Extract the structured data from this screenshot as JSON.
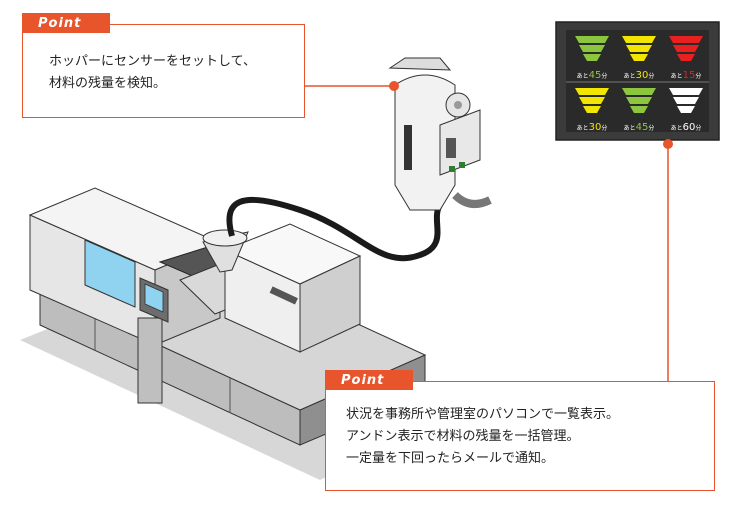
{
  "callout_top": {
    "tag": "Point",
    "line1": "ホッパーにセンサーをセットして、",
    "line2": "材料の残量を検知。"
  },
  "callout_bottom": {
    "tag": "Point",
    "line1": "状況を事務所や管理室のパソコンで一覧表示。",
    "line2": "アンドン表示で材料の残量を一括管理。",
    "line3": "一定量を下回ったらメールで通知。"
  },
  "monitor": {
    "prefix": "あと",
    "unit": "分",
    "cells": [
      {
        "value": "45",
        "color": "#8cc63f"
      },
      {
        "value": "30",
        "color": "#f2e600"
      },
      {
        "value": "15",
        "color": "#e82020"
      },
      {
        "value": "30",
        "color": "#f2e600"
      },
      {
        "value": "45",
        "color": "#8cc63f"
      },
      {
        "value": "60",
        "color": "#ffffff"
      }
    ]
  },
  "colors": {
    "accent": "#e8542b",
    "screen_blue": "#8fd3f0",
    "machine_light": "#eeeeee",
    "machine_dark": "#4a4a4a"
  }
}
